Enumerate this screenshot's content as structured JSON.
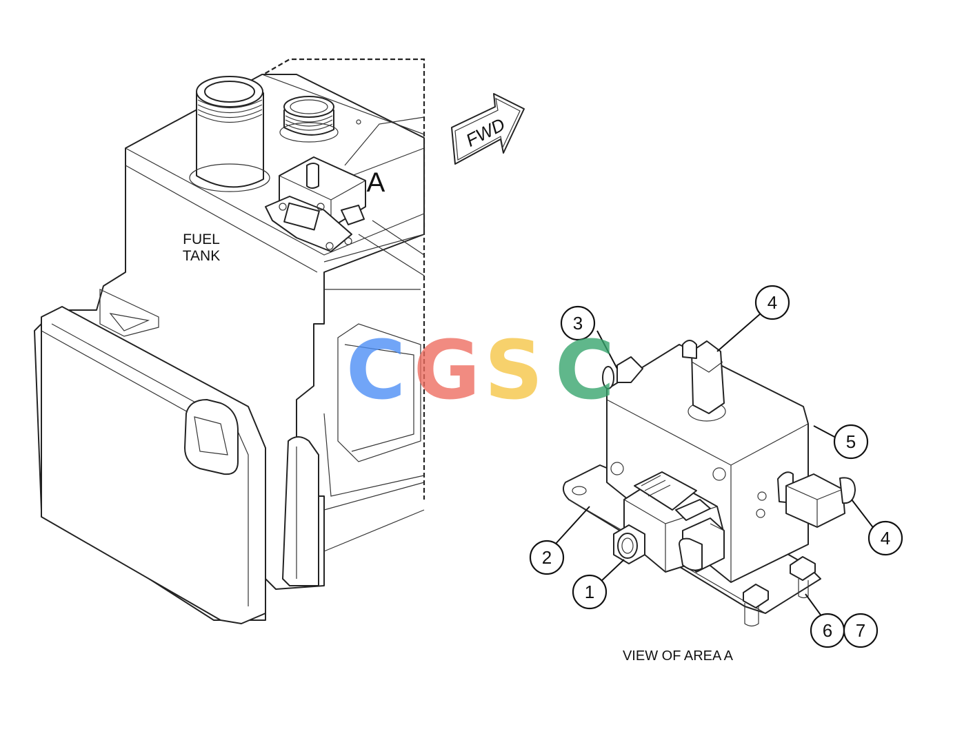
{
  "labels": {
    "fuel_tank_line1": "FUEL",
    "fuel_tank_line2": "TANK",
    "area_marker": "A",
    "fwd_arrow": "FWD",
    "view_caption": "VIEW OF AREA A"
  },
  "callouts": [
    "1",
    "2",
    "3",
    "4",
    "4",
    "5",
    "6",
    "7"
  ],
  "watermark": {
    "letters": [
      "C",
      "G",
      "S",
      "C"
    ],
    "colors": [
      "#4a8df5",
      "#ee6b5e",
      "#f6c544",
      "#34a36b"
    ]
  }
}
